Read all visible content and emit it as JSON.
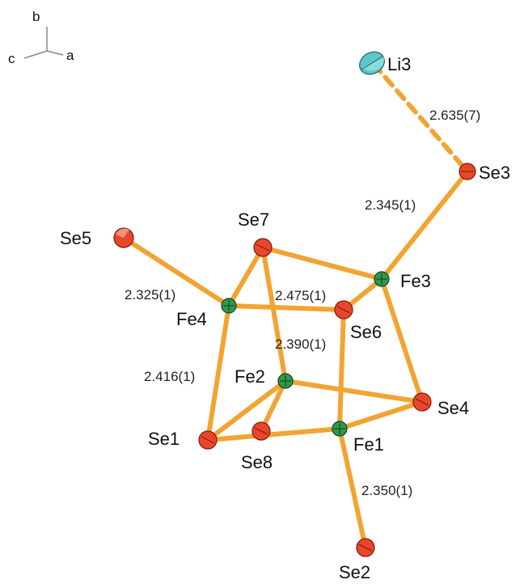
{
  "axes": {
    "a": "a",
    "b": "b",
    "c": "c"
  },
  "atom_labels": {
    "li3": "Li3",
    "se3": "Se3",
    "se5": "Se5",
    "se7": "Se7",
    "fe3": "Fe3",
    "fe4": "Fe4",
    "se6": "Se6",
    "fe2": "Fe2",
    "se4": "Se4",
    "se1": "Se1",
    "fe1": "Fe1",
    "se8": "Se8",
    "se2": "Se2"
  },
  "distances": {
    "li3_se3": "2.635(7)",
    "fe3_se3": "2.345(1)",
    "fe4_se5": "2.325(1)",
    "fe4_se6": "2.475(1)",
    "fe2_se7": "2.390(1)",
    "fe4_se1": "2.416(1)",
    "fe1_se2": "2.350(1)"
  },
  "colors": {
    "bond": "#f2a433",
    "bond_edge": "#c97a12",
    "selenium": "#e8462a",
    "iron": "#2e9a4c",
    "lithium": "#5cc6cc"
  }
}
